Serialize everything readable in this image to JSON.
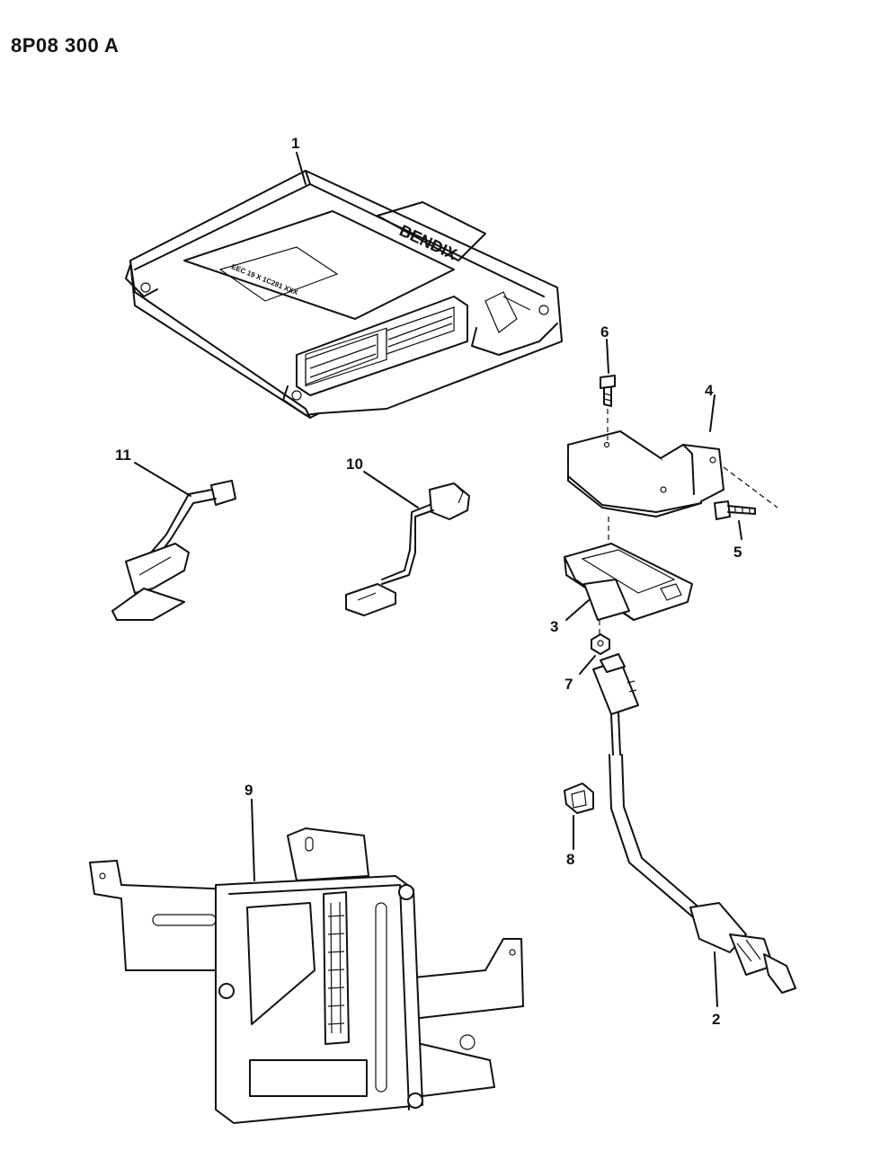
{
  "diagram": {
    "drawing_code": "8P08 300 A",
    "callouts": [
      "1",
      "2",
      "3",
      "4",
      "5",
      "6",
      "7",
      "8",
      "9",
      "10",
      "11"
    ],
    "label_module_text": "BENDIX",
    "label_sticker_text": "EEC 19 X 1C281 XXX"
  }
}
